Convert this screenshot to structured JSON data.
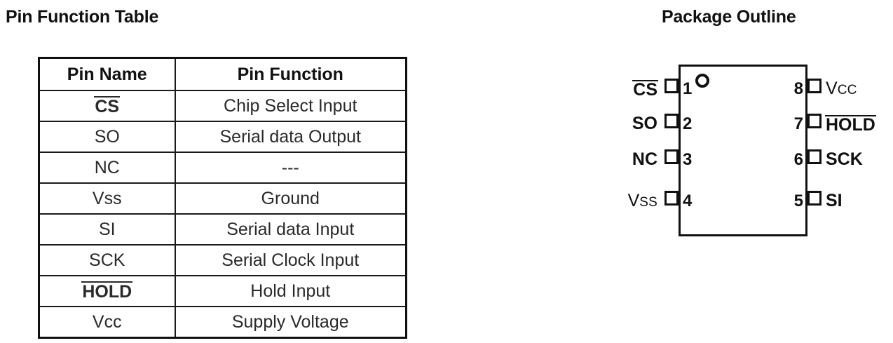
{
  "sections": {
    "pin_function_title": "Pin Function Table",
    "package_outline_title": "Package Outline"
  },
  "pin_function_table": {
    "columns": [
      "Pin Name",
      "Pin Function"
    ],
    "rows": [
      {
        "name": "CS",
        "overline": true,
        "bold": true,
        "function": "Chip Select Input"
      },
      {
        "name": "SO",
        "overline": false,
        "bold": false,
        "function": "Serial data Output"
      },
      {
        "name": "NC",
        "overline": false,
        "bold": false,
        "function": "---"
      },
      {
        "name": "Vss",
        "overline": false,
        "bold": false,
        "function": "Ground"
      },
      {
        "name": "SI",
        "overline": false,
        "bold": false,
        "function": "Serial data Input"
      },
      {
        "name": "SCK",
        "overline": false,
        "bold": false,
        "function": "Serial Clock Input"
      },
      {
        "name": "HOLD",
        "overline": true,
        "bold": true,
        "function": "Hold Input"
      },
      {
        "name": "Vcc",
        "overline": false,
        "bold": false,
        "function": "Supply Voltage"
      }
    ]
  },
  "package_outline": {
    "package_type": "8-pin",
    "pin1_marker": "circle-dot",
    "left_pins": [
      {
        "number": "1",
        "label": "CS",
        "label_main": "CS",
        "label_sub": "",
        "overline": true
      },
      {
        "number": "2",
        "label": "SO",
        "label_main": "SO",
        "label_sub": "",
        "overline": false
      },
      {
        "number": "3",
        "label": "NC",
        "label_main": "NC",
        "label_sub": "",
        "overline": false
      },
      {
        "number": "4",
        "label": "Vss",
        "label_main": "V",
        "label_sub": "SS",
        "overline": false
      }
    ],
    "right_pins": [
      {
        "number": "8",
        "label": "Vcc",
        "label_main": "V",
        "label_sub": "CC",
        "overline": false
      },
      {
        "number": "7",
        "label": "HOLD",
        "label_main": "HOLD",
        "label_sub": "",
        "overline": true
      },
      {
        "number": "6",
        "label": "SCK",
        "label_main": "SCK",
        "label_sub": "",
        "overline": false
      },
      {
        "number": "5",
        "label": "SI",
        "label_main": "SI",
        "label_sub": "",
        "overline": false
      }
    ]
  },
  "colors": {
    "background": "#ffffff",
    "ink": "#111111",
    "table_text": "#2a2a2a",
    "border": "#1a1a1a"
  }
}
